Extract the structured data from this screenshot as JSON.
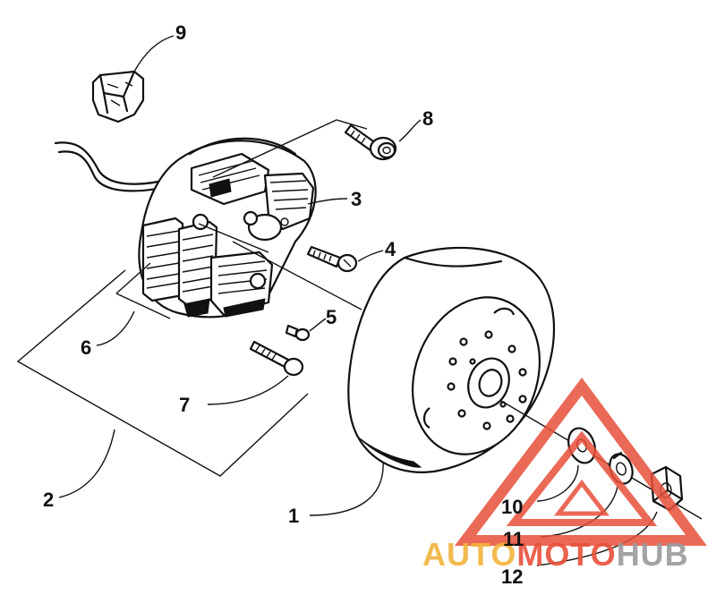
{
  "callouts": {
    "c1": "1",
    "c2": "2",
    "c3": "3",
    "c4": "4",
    "c5": "5",
    "c6": "6",
    "c7": "7",
    "c8": "8",
    "c9": "9",
    "c10": "10",
    "c11": "11",
    "c12": "12"
  },
  "watermark": {
    "part_a": "AUTO",
    "part_b": "MOTO",
    "part_c": "HUB",
    "color_a": "#f2b33d",
    "color_b": "#e8503a",
    "color_c": "#9a9a9a"
  }
}
